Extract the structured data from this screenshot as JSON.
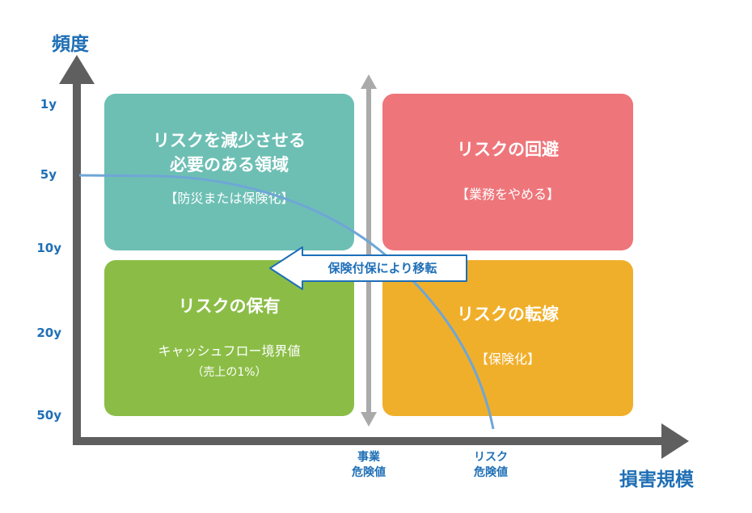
{
  "axes": {
    "y_title": "頻度",
    "x_title": "損害規模",
    "y_ticks": [
      "1y",
      "5y",
      "10y",
      "20y",
      "50y"
    ],
    "x_ticks": [
      {
        "line1": "事業",
        "line2": "危険値"
      },
      {
        "line1": "リスク",
        "line2": "危険値"
      }
    ]
  },
  "quadrants": {
    "top_left": {
      "title_line1": "リスクを減少させる",
      "title_line2": "必要のある領域",
      "sub": "【防災または保険化】",
      "color": "#6dbfb4"
    },
    "top_right": {
      "title": "リスクの回避",
      "sub": "【業務をやめる】",
      "color": "#ee767b"
    },
    "bottom_left": {
      "title": "リスクの保有",
      "sub_line1": "キャッシュフロー境界値",
      "sub_line2": "（売上の1%）",
      "color": "#8bbd46"
    },
    "bottom_right": {
      "title": "リスクの転嫁",
      "sub": "【保険化】",
      "color": "#f0af2a"
    }
  },
  "transfer_arrow": {
    "label": "保険付保により移転",
    "color": "#1e6fb8"
  },
  "colors": {
    "axis": "#5f5f5f",
    "divider": "#aaaaaa",
    "curve": "#6fa6d6",
    "label": "#1f6fb5"
  }
}
